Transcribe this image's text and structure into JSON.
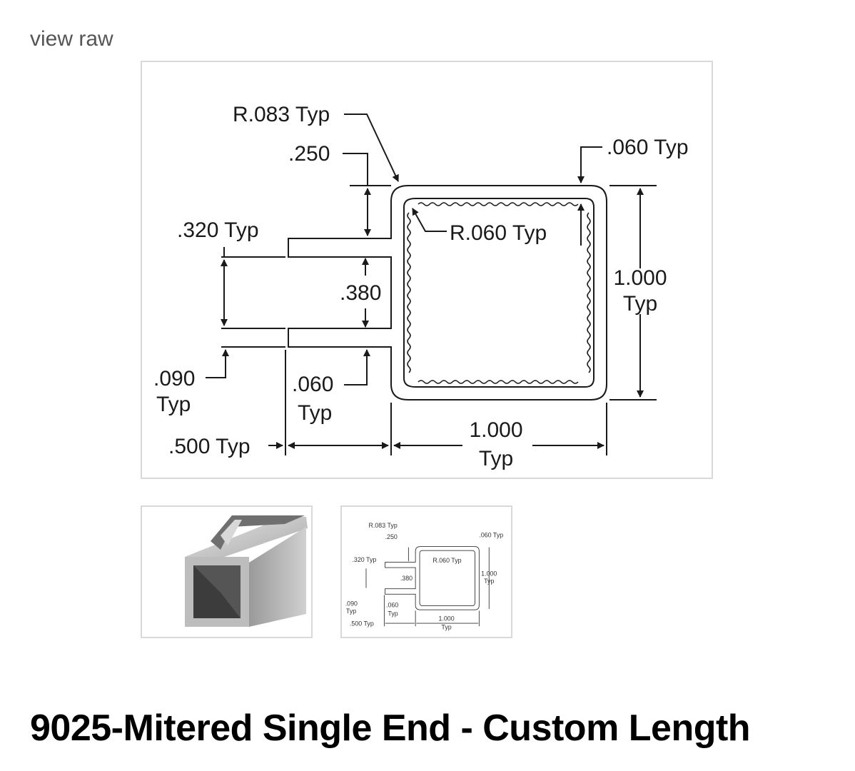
{
  "view_raw_label": "view raw",
  "drawing": {
    "r083": "R.083 Typ",
    "d250": ".250",
    "d060_typ_top": ".060 Typ",
    "d320": ".320 Typ",
    "r060": "R.060 Typ",
    "d380": ".380",
    "d1000_right_num": "1.000",
    "d1000_right_typ": "Typ",
    "d090_num": ".090",
    "d090_typ": "Typ",
    "d060_num": ".060",
    "d060_typ": "Typ",
    "d500": ".500 Typ",
    "d1000_bottom_num": "1.000",
    "d1000_bottom_typ": "Typ"
  },
  "product_title": "9025-Mitered Single End - Custom Length",
  "colors": {
    "line": "#1a1a1a",
    "border": "#d9d9d9",
    "metal_light": "#c8c8c8",
    "metal_dark": "#7a7a7a"
  }
}
